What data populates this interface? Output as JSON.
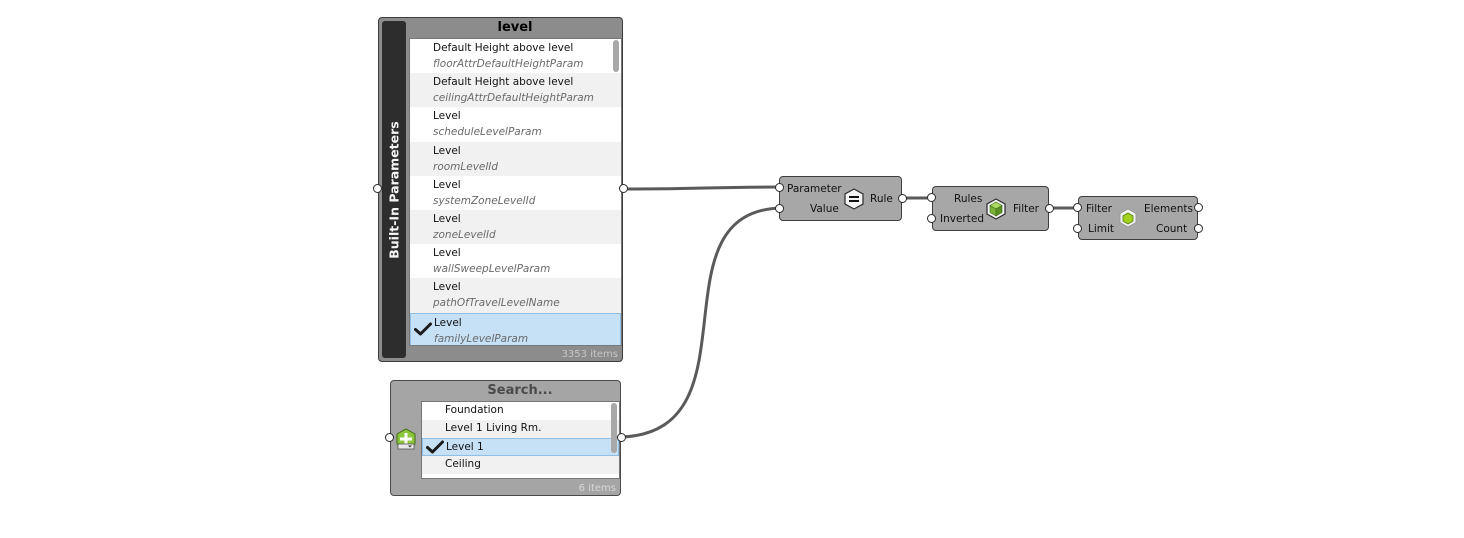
{
  "builtin_picker": {
    "side_label": "Built-In Parameters",
    "title": "level",
    "items": [
      {
        "name": "Default Height above level",
        "api": "floorAttrDefaultHeightParam",
        "selected": false
      },
      {
        "name": "Default Height above level",
        "api": "ceilingAttrDefaultHeightParam",
        "selected": false
      },
      {
        "name": "Level",
        "api": "scheduleLevelParam",
        "selected": false
      },
      {
        "name": "Level",
        "api": "roomLevelId",
        "selected": false
      },
      {
        "name": "Level",
        "api": "systemZoneLevelId",
        "selected": false
      },
      {
        "name": "Level",
        "api": "zoneLevelId",
        "selected": false
      },
      {
        "name": "Level",
        "api": "wallSweepLevelParam",
        "selected": false
      },
      {
        "name": "Level",
        "api": "pathOfTravelLevelName",
        "selected": false
      },
      {
        "name": "Level",
        "api": "familyLevelParam",
        "selected": true
      }
    ],
    "count": "3353 items"
  },
  "value_picker": {
    "title": "Search...",
    "items": [
      {
        "name": "Foundation",
        "selected": false
      },
      {
        "name": "Level 1 Living Rm.",
        "selected": false
      },
      {
        "name": "Level 1",
        "selected": true
      },
      {
        "name": "Ceiling",
        "selected": false
      }
    ],
    "count": "6 items"
  },
  "rule_component": {
    "inputs": [
      "Parameter",
      "Value"
    ],
    "output": "Rule",
    "icon": "equals-icon"
  },
  "filter_component": {
    "inputs": [
      "Rules",
      "Inverted"
    ],
    "output": "Filter",
    "icon": "green-cube-icon"
  },
  "collector_component": {
    "inputs": [
      "Filter",
      "Limit"
    ],
    "outputs": [
      "Elements",
      "Count"
    ],
    "icon": "green-hexagon-icon"
  },
  "colors": {
    "selection": "#c6e0f6",
    "wire": "#5a5a5a",
    "component_body": "#a7a7a7",
    "accent_green": "#8cc63f"
  }
}
